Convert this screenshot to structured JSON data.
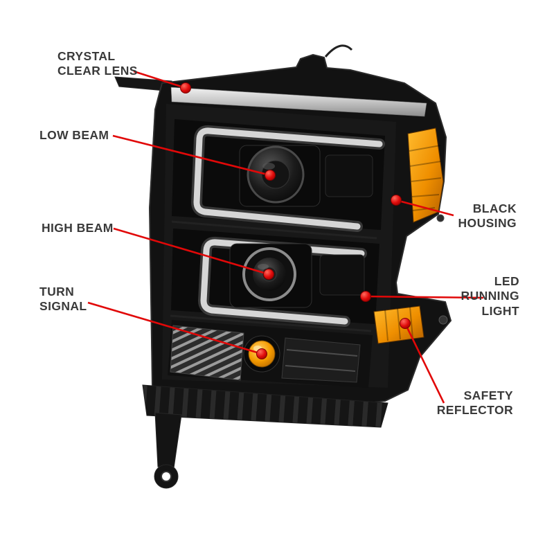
{
  "colors": {
    "accent_red": "#e10808",
    "amber": "#f59b00",
    "housing_black": "#111111",
    "label_text": "#3a3a3a",
    "background": "#ffffff"
  },
  "callouts": {
    "crystal_clear_lens": "CRYSTAL\nCLEAR LENS",
    "low_beam": "LOW BEAM",
    "high_beam": "HIGH BEAM",
    "turn_signal": "TURN\nSIGNAL",
    "black_housing": "BLACK\nHOUSING",
    "led_running_light": "LED\nRUNNING\nLIGHT",
    "safety_reflector": "SAFETY\nREFLECTOR"
  }
}
